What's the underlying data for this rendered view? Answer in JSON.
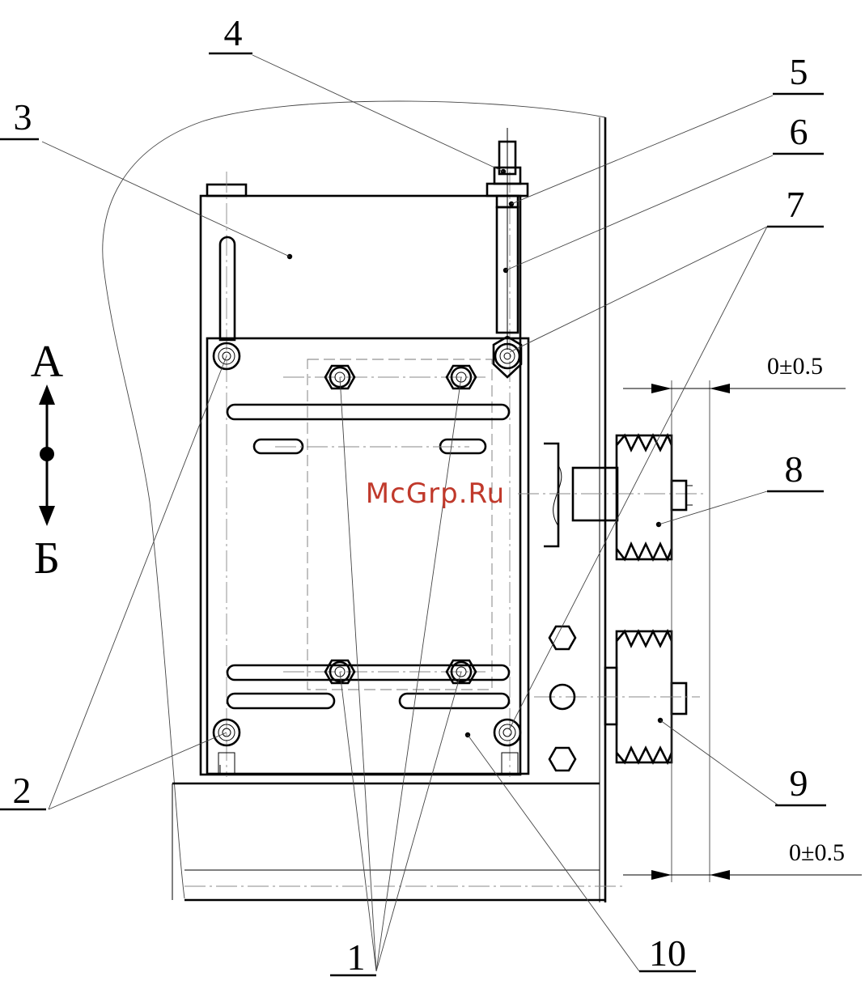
{
  "callouts": {
    "c1": "1",
    "c2": "2",
    "c3": "3",
    "c4": "4",
    "c5": "5",
    "c6": "6",
    "c7": "7",
    "c8": "8",
    "c9": "9",
    "c10": "10"
  },
  "directions": {
    "up": "А",
    "down": "Б"
  },
  "dimensions": {
    "top": "0±0.5",
    "bottom": "0±0.5"
  },
  "watermark": "McGrp.Ru"
}
